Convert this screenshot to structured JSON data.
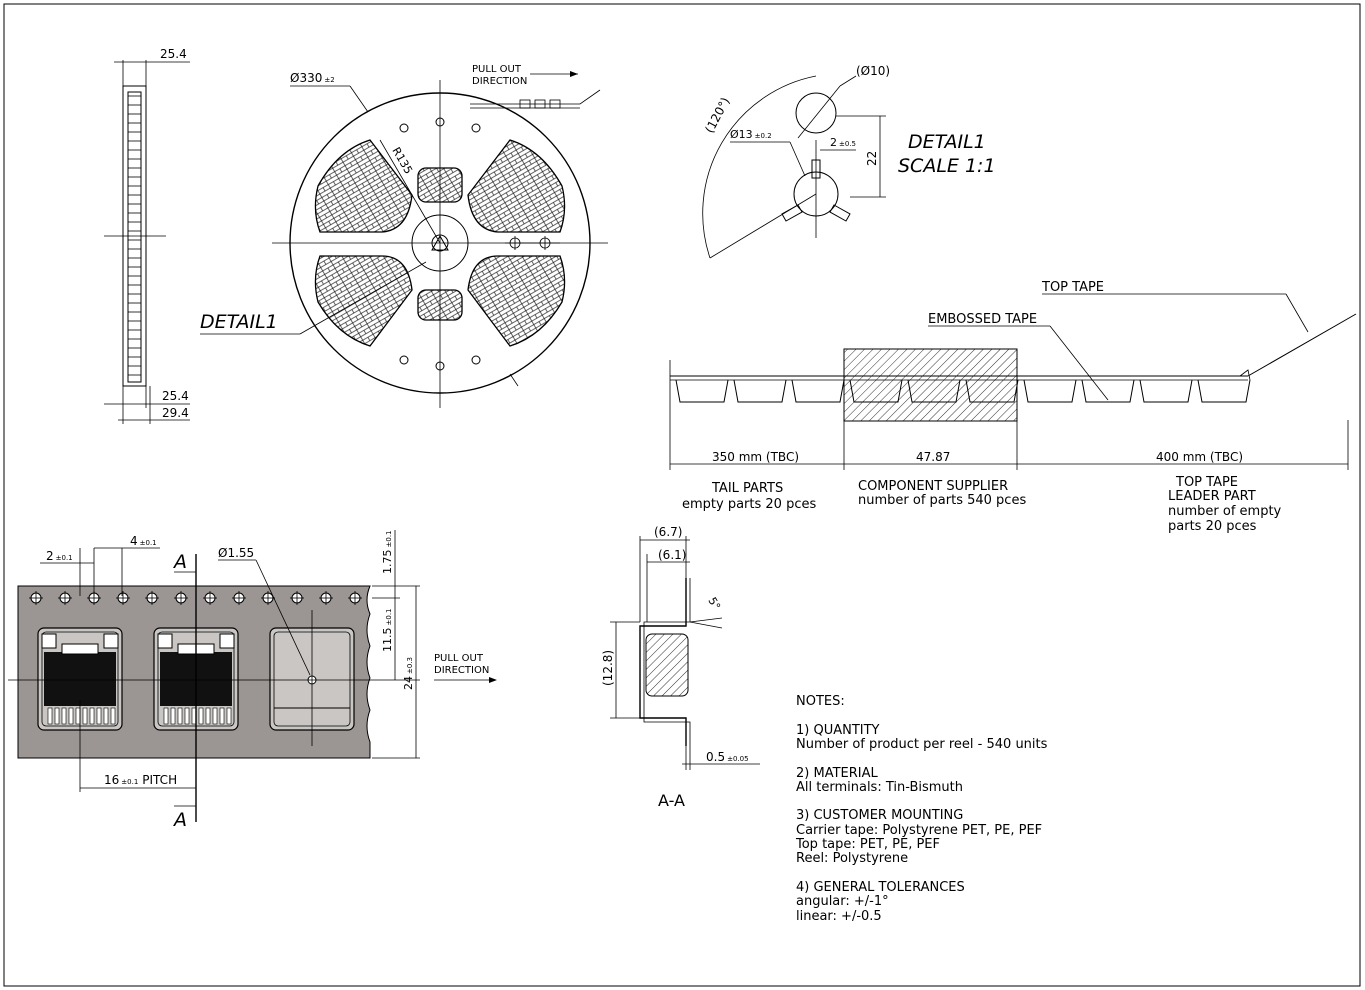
{
  "side_view": {
    "dim_top": "25.4",
    "dim_bottom_inner": "25.4",
    "dim_bottom_outer": "29.4"
  },
  "reel": {
    "diameter_label": "Ø330",
    "diameter_tol": "±2",
    "radius_label": "R135",
    "pull_out_line1": "PULL OUT",
    "pull_out_line2": "DIRECTION",
    "detail_callout": "DETAIL1"
  },
  "detail1": {
    "title": "DETAIL1",
    "scale": "SCALE 1:1",
    "angle": "(120°)",
    "hole_big": "(Ø10)",
    "hole_small": "Ø13",
    "hole_small_tol": "±0.2",
    "slot": "2",
    "slot_tol": "±0.5",
    "height": "22"
  },
  "tape_profile": {
    "top_tape": "TOP TAPE",
    "embossed_tape": "EMBOSSED TAPE",
    "dim_left": "350 mm (TBC)",
    "dim_mid": "47.87",
    "dim_right": "400 mm (TBC)",
    "tail_title": "TAIL PARTS",
    "tail_sub": "empty parts 20 pces",
    "supplier_title": "COMPONENT SUPPLIER",
    "supplier_sub": "number of parts 540 pces",
    "leader_title1": "TOP TAPE",
    "leader_title2": "LEADER PART",
    "leader_sub1": "number of empty",
    "leader_sub2": "parts 20 pces"
  },
  "carrier_tape": {
    "dim_2": "2",
    "dim_2_tol": "±0.1",
    "dim_4": "4",
    "dim_4_tol": "±0.1",
    "section_a": "A",
    "hole_dia": "Ø1.55",
    "dim_175": "1.75",
    "dim_175_tol": "±0.1",
    "dim_115": "11.5",
    "dim_115_tol": "±0.1",
    "dim_24": "24",
    "dim_24_tol": "±0.3",
    "pitch": "16",
    "pitch_tol": "±0.1",
    "pitch_word": "PITCH",
    "pull_out_line1": "PULL OUT",
    "pull_out_line2": "DIRECTION"
  },
  "section_aa": {
    "dim_67": "(6.7)",
    "dim_61": "(6.1)",
    "dim_128": "(12.8)",
    "angle": "5°",
    "thickness": "0.5",
    "thickness_tol": "±0.05",
    "title": "A-A"
  },
  "notes": {
    "heading": "NOTES:",
    "n1_title": "1) QUANTITY",
    "n1_line1": "Number of product per reel - 540 units",
    "n2_title": "2) MATERIAL",
    "n2_line1": "All terminals: Tin-Bismuth",
    "n3_title": "3) CUSTOMER MOUNTING",
    "n3_line1": "Carrier tape: Polystyrene PET, PE, PEF",
    "n3_line2": "Top tape: PET, PE, PEF",
    "n3_line3": "Reel: Polystyrene",
    "n4_title": "4) GENERAL TOLERANCES",
    "n4_line1": "angular: +/-1°",
    "n4_line2": "linear: +/-0.5"
  },
  "colors": {
    "tape_gray": "#9b9593",
    "pocket_gray": "#c9c6c4",
    "component_black": "#111111",
    "line": "#000000"
  }
}
